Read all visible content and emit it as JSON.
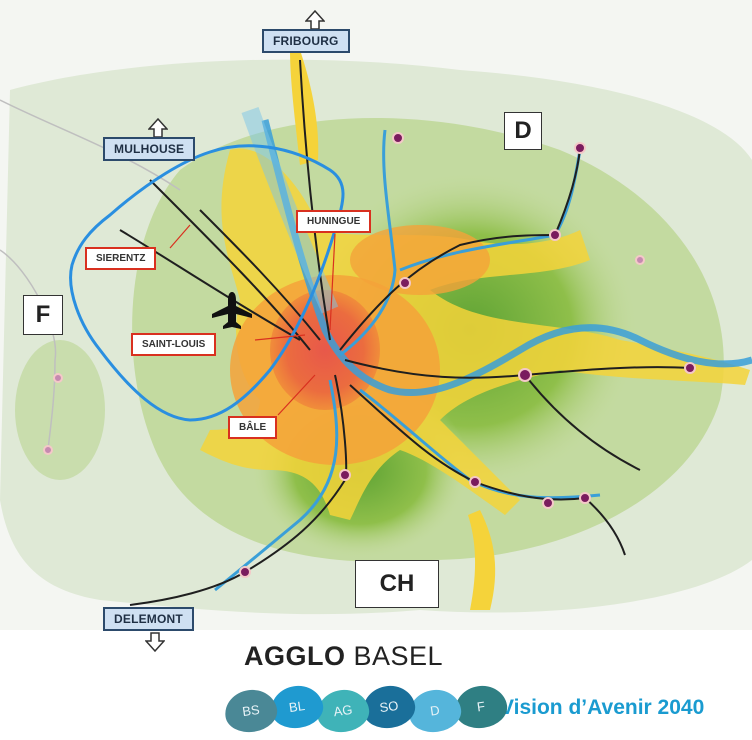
{
  "directions": {
    "north": "FRIBOURG",
    "northwest": "MULHOUSE",
    "south": "DELEMONT"
  },
  "countries": {
    "germany": "D",
    "france": "F",
    "switzerland": "CH"
  },
  "cities": {
    "huningue": "HUNINGUE",
    "sierentz": "SIERENTZ",
    "saint_louis": "SAINT-LOUIS",
    "bale": "BÂLE"
  },
  "icons": {
    "airport": "airplane-icon"
  },
  "brand": {
    "bold": "AGGLO",
    "regular": "BASEL",
    "tagline": "Vision d’Avenir 2040"
  },
  "cantons": [
    {
      "label": "BS",
      "color": "#4a8896"
    },
    {
      "label": "BL",
      "color": "#1f9ad0"
    },
    {
      "label": "AG",
      "color": "#3fb3b8"
    },
    {
      "label": "SO",
      "color": "#1a6f9a"
    },
    {
      "label": "D",
      "color": "#55b5db"
    },
    {
      "label": "F",
      "color": "#2f7f83"
    }
  ],
  "colors": {
    "urban_core": "#e8584a",
    "urban_ring": "#f4a23a",
    "suburban": "#f6d53a",
    "green": "#8fbf4a",
    "rivers": "#3a9fd8",
    "outline": "#2a8fe0"
  }
}
